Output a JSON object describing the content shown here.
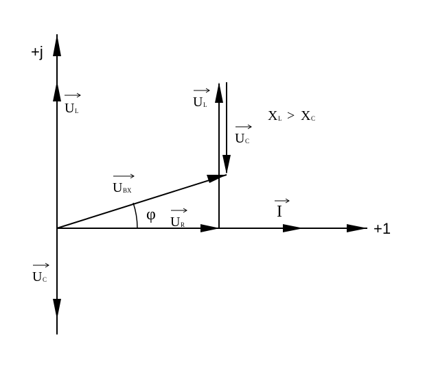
{
  "axes": {
    "imag_label": "+j",
    "real_label": "+1"
  },
  "phasors": {
    "ul_axis": {
      "main": "U",
      "sub": "L"
    },
    "uc_axis": {
      "main": "U",
      "sub": "C"
    },
    "ul_top": {
      "main": "U",
      "sub": "L"
    },
    "uc_top": {
      "main": "U",
      "sub": "C"
    },
    "ubx": {
      "main": "U",
      "sub": "BX"
    },
    "ur": {
      "main": "U",
      "sub": "R"
    },
    "current": {
      "main": "I"
    }
  },
  "angle_label": "φ",
  "condition": {
    "x1": "X",
    "s1": "L",
    "op": ">",
    "x2": "X",
    "s2": "C"
  }
}
